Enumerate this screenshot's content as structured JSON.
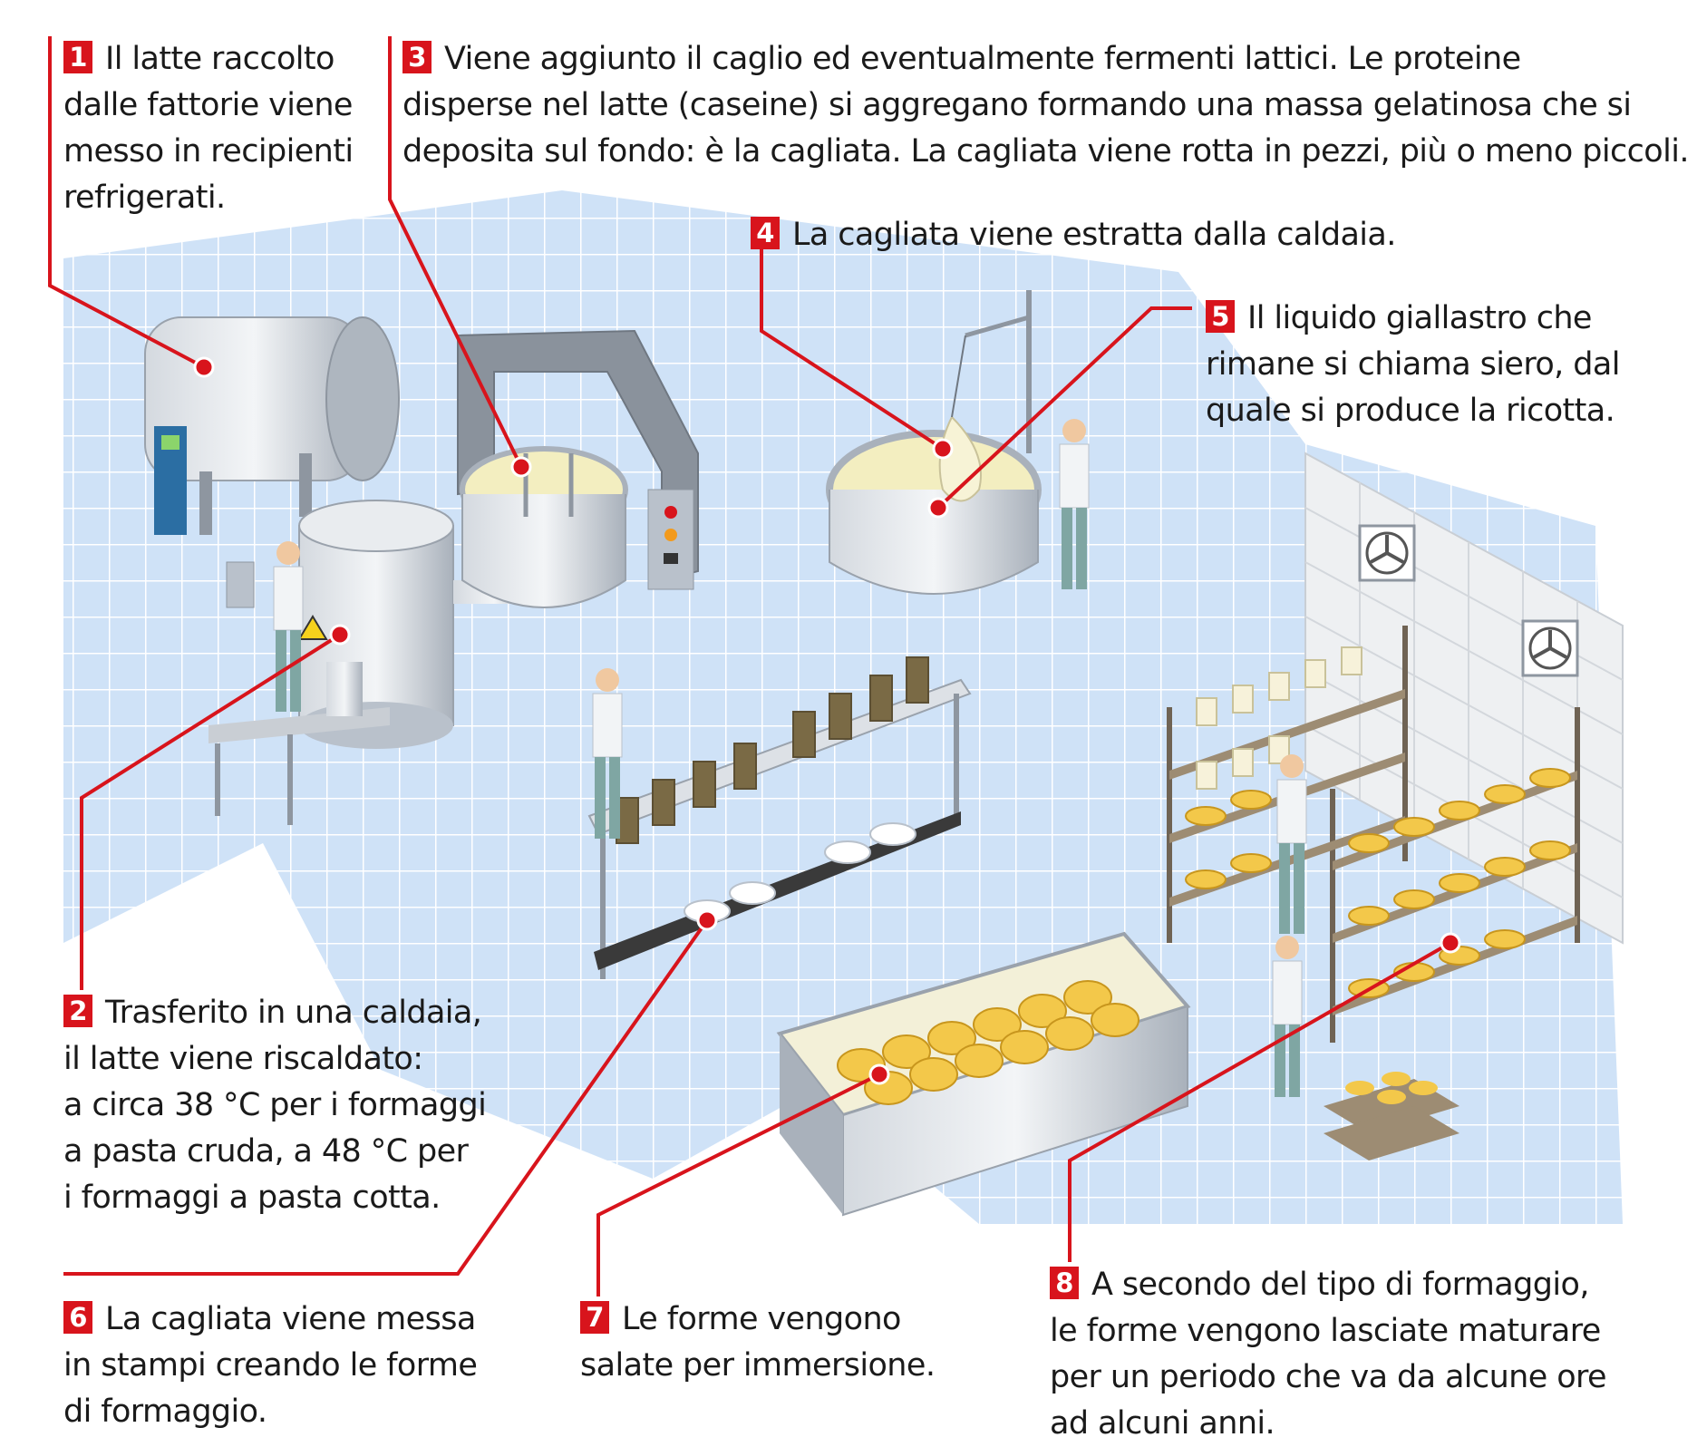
{
  "colors": {
    "accent_red": "#d8141c",
    "floor_blue": "#cfe2f7",
    "steel": "#b9c1cb",
    "curd": "#f3eec0",
    "cheese": "#f3c84a"
  },
  "steps": [
    {
      "number": "1",
      "text": "Il latte raccolto\ndalle fattorie viene\nmesso in recipienti\nrefrigerati."
    },
    {
      "number": "2",
      "text": "Trasferito in una caldaia,\nil latte viene riscaldato:\na circa 38 °C per i formaggi\na pasta cruda, a 48 °C per\ni formaggi a pasta cotta."
    },
    {
      "number": "3",
      "text": "Viene aggiunto il caglio ed eventualmente fermenti lattici. Le proteine\ndisperse nel latte (caseine) si aggregano formando una massa gelatinosa che si\ndeposita sul fondo: è la cagliata. La cagliata viene rotta in pezzi, più o meno piccoli."
    },
    {
      "number": "4",
      "text": "La cagliata viene estratta dalla caldaia."
    },
    {
      "number": "5",
      "text": "Il liquido giallastro che\nrimane si chiama siero, dal\nquale si produce la ricotta."
    },
    {
      "number": "6",
      "text": "La cagliata viene messa\nin stampi creando le forme\ndi formaggio."
    },
    {
      "number": "7",
      "text": "Le forme vengono\nsalate per immersione."
    },
    {
      "number": "8",
      "text": "A secondo del tipo di formaggio,\nle forme vengono lasciate maturare\nper un periodo che va da alcune ore\nad alcuni anni."
    }
  ],
  "icons": [
    "milk-tank-icon",
    "heating-boiler-icon",
    "curd-vat-icon",
    "whey-vat-icon",
    "cheese-press-icon",
    "brine-tank-icon",
    "aging-shelves-icon",
    "worker-icon",
    "fan-icon"
  ]
}
